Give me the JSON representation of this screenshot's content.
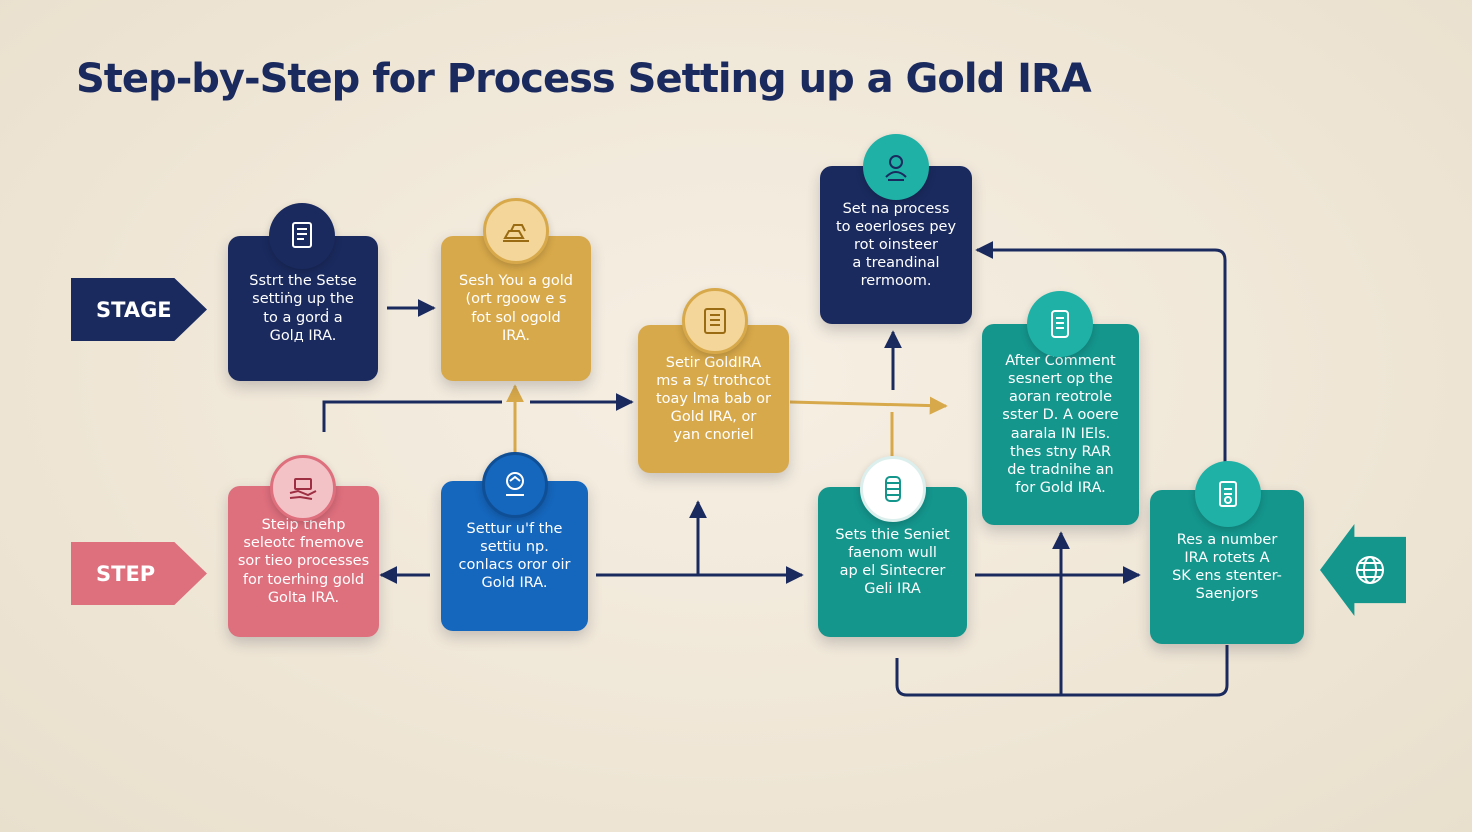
{
  "title": "Step-by-Step for Process Setting up a Gold IRA",
  "side_tags": {
    "stage": "STAGE",
    "step": "STEP"
  },
  "boxes": [
    {
      "text": "Sstrt the Setse\nsettiṅg up the\nto a gorḋ a\nGolд IRA.",
      "icon": "document-icon"
    },
    {
      "text": "Sesh You a gold\n(ort rgoow e s\nfot  sol  ogold\nIRA.",
      "icon": "gold-bars-icon"
    },
    {
      "text": "Setir GoldIRA\nms a s/ trothcot\ntoay lma bab  or\nGold IRA, or\nyan cnoriel",
      "icon": "safe-icon"
    },
    {
      "text": "Set na process\nto eoerloses pey\nrot  oinsteer\na treandinal\nrermoom.",
      "icon": "advisor-icon"
    },
    {
      "text": "After Comment\nsesnert op the\naoran reotrole\nsster  D. A ooere\naarala IN IEls.\nthes  stny  RAR\nde tradnihe an\nfor Gold IRA.",
      "icon": "checklist-icon"
    },
    {
      "text": "Steip thehp\nseleotc fnemove\nsor tieo processes\nfor toerhing gold\nGolta IRA.",
      "icon": "hands-money-icon"
    },
    {
      "text": "Settur u'f the\nsettiu np.\nconlacs oror oir\nGold IRA.",
      "icon": "handshake-icon"
    },
    {
      "text": "Sets thie Seniet\nfaenom wull\nap el Sintecrer\nGeli IRA",
      "icon": "gold-stack-icon"
    },
    {
      "text": "Res a number\nIRA rotets A\nSK ens stenter-\nSaenjors",
      "icon": "certificate-icon"
    }
  ],
  "colors": {
    "navy": "#1a2a5e",
    "gold": "#d8a94a",
    "teal": "#14968d",
    "blue": "#1566bd",
    "pink": "#de6f7d",
    "teal_badge": "#1fb1a6"
  }
}
